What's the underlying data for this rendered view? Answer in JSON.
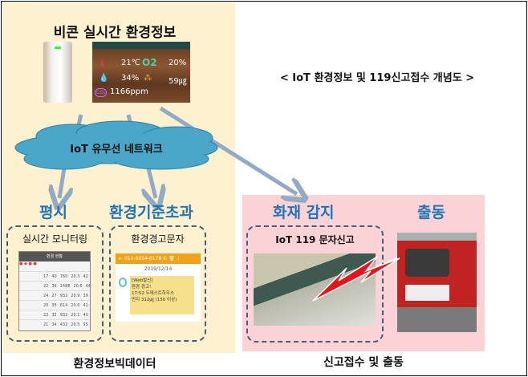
{
  "left_panel": {
    "title": "비콘 실시간 환경정보",
    "network": "IoT 유무선 네트워크",
    "normal_label": "평시",
    "exceed_label": "환경기준초과",
    "monitoring_label": "실시간 모니터링",
    "alert_label": "환경경고문자",
    "footer": "환경정보빅데이터"
  },
  "sensor_display": {
    "temperature": "21℃",
    "o2_label": "O2",
    "o2": "20%",
    "humidity": "34%",
    "dust": "59㎍",
    "co2_label": "CO₂",
    "co2": "1166ppm"
  },
  "monitoring_app": {
    "header": "환경 현황",
    "rows": [
      [
        "17",
        "40",
        "760",
        "20.3",
        "42"
      ],
      [
        "22",
        "36",
        "1488",
        "20.6",
        "44"
      ],
      [
        "24",
        "27",
        "932",
        "20.9",
        "39"
      ],
      [
        "20",
        "35",
        "614",
        "20.6",
        "41"
      ],
      [
        "22",
        "32",
        "932",
        "20.1",
        "40"
      ],
      [
        "21",
        "34",
        "432",
        "20.5",
        "55"
      ]
    ]
  },
  "sms": {
    "phone": "010-6654-0178",
    "date": "2019/12/14",
    "lines": [
      "[Web발신]",
      "환경 경고!",
      "17:52 두께스트하우스",
      "먼지 312㎍ (150 이상)"
    ]
  },
  "diagram_title": "< IoT 환경정보 및 119신고접수 개념도 >",
  "right_panel": {
    "fire_label": "화재 감지",
    "dispatch_label": "출동",
    "report_label": "IoT 119 문자신고",
    "footer": "신고접수 및 출동"
  },
  "colors": {
    "cream": "#fdf1d0",
    "pink": "#fbd3d6",
    "cloud": "#4aa7c9",
    "blue_label": "#1f74b8",
    "bolt": "#e8141c"
  }
}
